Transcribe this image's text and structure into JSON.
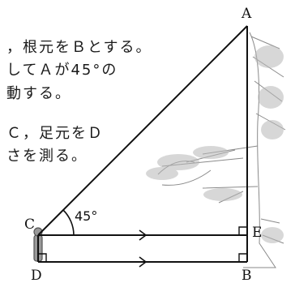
{
  "text_lines": [
    "，根元をＢとする。",
    "してＡが45°の",
    "動する。",
    "Ｃ，足元をＤ",
    "さを測る。"
  ],
  "points": {
    "A": "A",
    "B": "B",
    "C": "C",
    "D": "D",
    "E": "E"
  },
  "angle_label": "45°",
  "colors": {
    "line": "#111111",
    "tree": "#8a8a8a"
  }
}
